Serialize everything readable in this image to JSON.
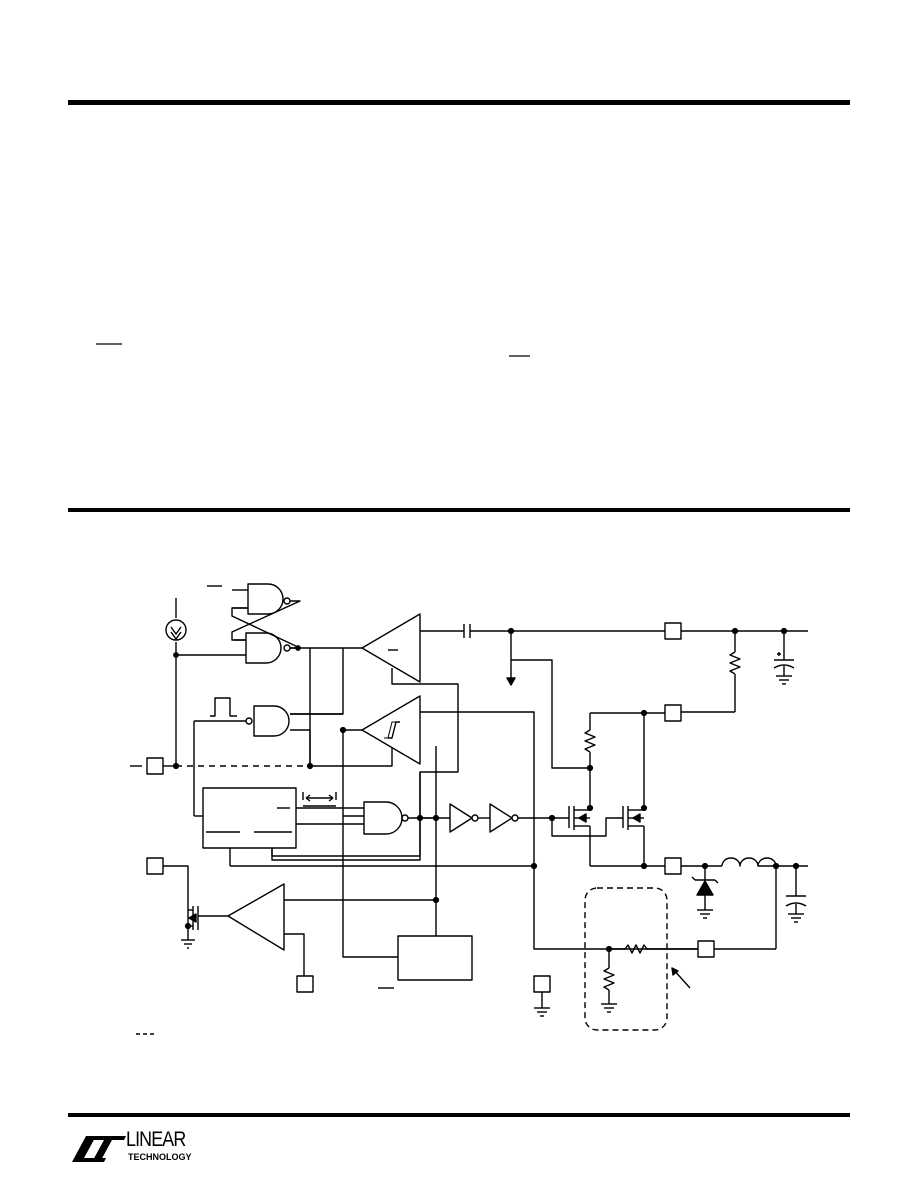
{
  "page": {
    "background": "#ffffff",
    "ink": "#000000"
  },
  "schematic": {
    "blocks": [
      "set-reset-latch",
      "feedback-comparator",
      "hysteresis-comparator",
      "timer-block",
      "output-nand-gate",
      "driver-inverter-1",
      "driver-inverter-2",
      "pmos-switch",
      "pmos-sense",
      "shutdown-nmos",
      "error-amplifier",
      "reference-block",
      "feedback-divider",
      "schottky-diode",
      "output-inductor",
      "input-capacitor",
      "output-capacitor"
    ]
  },
  "logo": {
    "brand_top": "LINEAR",
    "brand_bottom": "TECHNOLOGY"
  }
}
